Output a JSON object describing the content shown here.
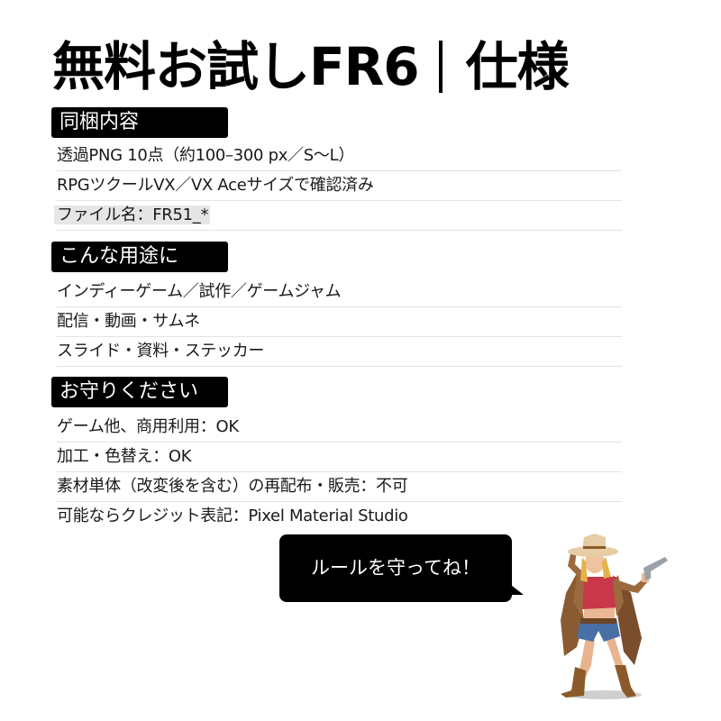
{
  "title": {
    "main": "無料お試しFR6",
    "sub": "仕様"
  },
  "sections": [
    {
      "label": "同梱内容",
      "items": [
        "透過PNG 10点（約100–300 px／S〜L）",
        "RPGツクールVX／VX Aceサイズで確認済み",
        "ファイル名：FR51_*"
      ]
    },
    {
      "label": "こんな用途に",
      "items": [
        "インディーゲーム／試作／ゲームジャム",
        "配信・動画・サムネ",
        "スライド・資料・ステッカー"
      ]
    },
    {
      "label": "お守りください",
      "items": [
        "ゲーム他、商用利用：OK",
        "加工・色替え：OK",
        "素材単体（改変後を含む）の再配布・販売：不可",
        "可能ならクレジット表記：Pixel Material Studio"
      ]
    }
  ],
  "speech_bubble": {
    "text": "ルールを守ってね！"
  },
  "character": {
    "description": "pixel-art cowgirl with hat and revolver"
  },
  "colors": {
    "label_bg": "#000000",
    "label_text": "#ffffff",
    "separator": "#e3e3e3",
    "highlight": "#e6e6e6"
  }
}
